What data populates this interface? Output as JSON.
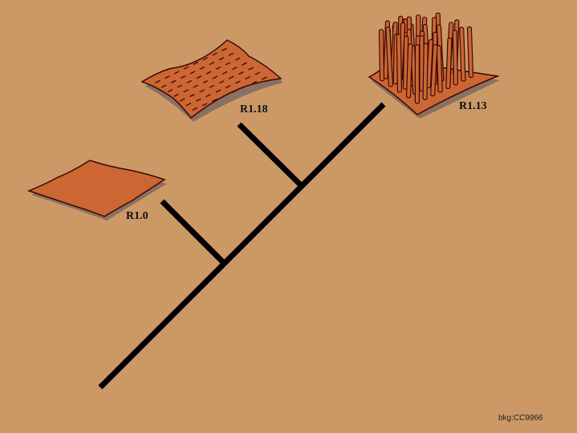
{
  "colors": {
    "background": "#CC9966",
    "tile": "#CC6633",
    "outline": "#3A0A08",
    "shadow": "#8A7060",
    "branch": "#000000"
  },
  "nodes": [
    {
      "id": "r1-0",
      "label": "R1.0",
      "surface": "flat"
    },
    {
      "id": "r1-18",
      "label": "R1.18",
      "surface": "dashed"
    },
    {
      "id": "r1-13",
      "label": "R1.13",
      "surface": "pillars"
    }
  ],
  "footer_note": "bkg:CC9966"
}
